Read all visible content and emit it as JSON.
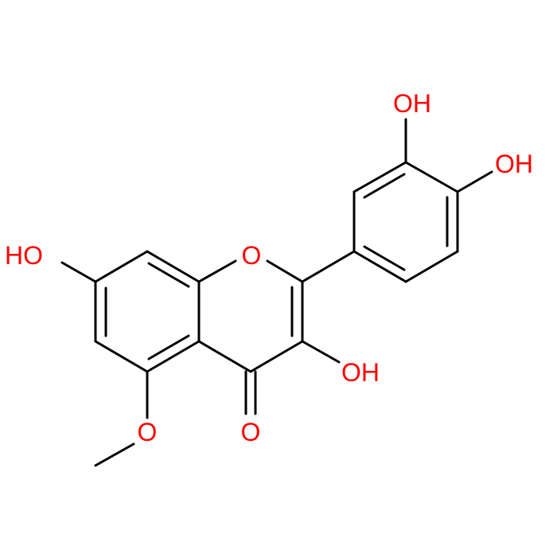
{
  "molecule": {
    "bond_color": "#000000",
    "heteroatom_color": "#ff0000",
    "labels": {
      "oh_top": "OH",
      "oh_right": "OH",
      "oh_left": "HO",
      "o_ring": "O",
      "oh_middle": "OH",
      "o_methoxy": "O",
      "o_carbonyl": "O"
    }
  }
}
